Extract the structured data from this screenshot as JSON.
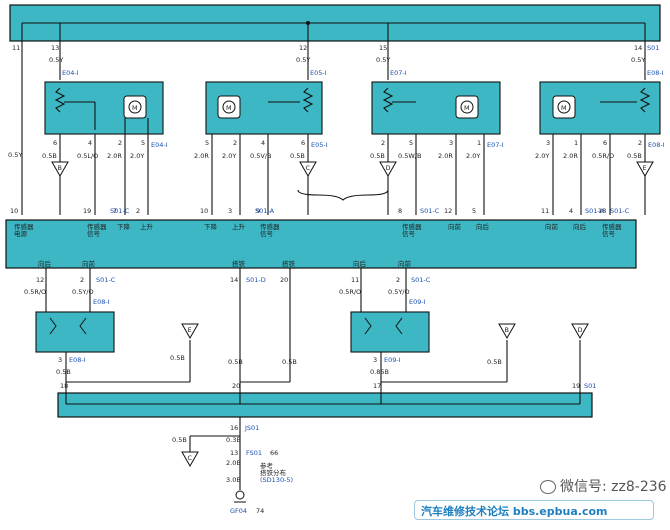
{
  "wires": {
    "w1": {
      "pin": "11",
      "color": "0.5Y"
    },
    "w2": {
      "pin": "13",
      "color": "0.5Y",
      "conn": "E04-I"
    },
    "w3": {
      "pin": "12",
      "color": "0.5Y",
      "conn": "E05-I"
    },
    "w4": {
      "pin": "15",
      "color": "0.5Y",
      "conn": "E07-I"
    },
    "w5": {
      "pin": "14",
      "color": "0.5Y",
      "conn": "E08-I",
      "ref": "S01"
    }
  },
  "actuators": [
    {
      "pins": [
        "6",
        "4",
        "2",
        "5"
      ],
      "colors": [
        "0.5B",
        "0.5L/O",
        "2.0R",
        "2.0Y"
      ],
      "conn": "E04-I",
      "ground": "B"
    },
    {
      "pins": [
        "5",
        "2",
        "4",
        "6"
      ],
      "colors": [
        "2.0R",
        "2.0Y",
        "0.5V/B",
        "0.5B"
      ],
      "conn": "E05-I",
      "ground": "C"
    },
    {
      "pins": [
        "2",
        "5",
        "3",
        "1"
      ],
      "colors": [
        "0.5B",
        "0.5W/B",
        "2.0R",
        "2.0Y"
      ],
      "conn": "E07-I",
      "ground": "D"
    },
    {
      "pins": [
        "3",
        "1",
        "6",
        "2"
      ],
      "colors": [
        "2.0Y",
        "2.0R",
        "0.5R/O",
        "0.5B"
      ],
      "conn": "E08-I",
      "ground": "E"
    }
  ],
  "controller": {
    "pins": [
      "10",
      "19",
      "7",
      "2",
      "10",
      "3",
      "9",
      "8",
      "12",
      "5",
      "11",
      "4",
      "18"
    ],
    "conns": [
      "S01-C",
      "S01-A",
      "S01-C",
      "S01-A",
      "S01-C"
    ],
    "labels": [
      "传感器\n电源",
      "传感器\n信号",
      "下降",
      "上升",
      "下降",
      "上升",
      "传感器\n信号",
      "传感器\n信号",
      "向前",
      "向后",
      "向前",
      "向后",
      "传感器\n信号"
    ]
  },
  "controller_bottom": {
    "left_labels": [
      "向后",
      "向前"
    ],
    "left_pins": [
      "12",
      "2"
    ],
    "left_conn": "S01-C",
    "mid_labels": [
      "搭铁",
      "搭铁"
    ],
    "mid_pins": [
      "14",
      "20"
    ],
    "mid_conn": "S01-D",
    "right_labels": [
      "向后",
      "向前"
    ],
    "right_pins": [
      "11",
      "2"
    ],
    "right_conn": "S01-C"
  },
  "switches": [
    {
      "colors": [
        "0.5R/O",
        "0.5Y/O"
      ],
      "conn_top": "E08-I",
      "pin_bottom": "3",
      "conn_bottom": "E08-I"
    },
    {
      "colors": [
        "0.5R/O",
        "0.5Y/O"
      ],
      "conn_top": "E09-I",
      "pin_bottom": "3",
      "conn_bottom": "E09-I"
    }
  ],
  "lower": {
    "ground_E": "E",
    "w_05b_1": "0.5B",
    "w_05b_2": "0.5B",
    "w_05b_3": "0.5B",
    "w_05b_4": "0.5B",
    "w_085b": "0.85B",
    "w_05b_5": "0.5B",
    "ground_B": "B",
    "ground_D": "D",
    "pin18": "18",
    "pin20": "20",
    "pin17": "17",
    "pin19": "19",
    "conn_s01": "S01"
  },
  "ground": {
    "pin16": "16",
    "conn_js01": "JS01",
    "w_03b": "0.3B",
    "w_05b": "0.5B",
    "ground_C": "C",
    "pin13": "13",
    "conn_fs01": "FS01",
    "ref_66": "66",
    "w_20b": "2.0B",
    "note1": "参考",
    "note2": "搭铁分布",
    "note3": "(SD130-5)",
    "w_30b": "3.0B",
    "gf": "GF04",
    "ref_74": "74"
  },
  "watermark": {
    "wechat": "微信号: zz8-236",
    "forum": "汽车维修技术论坛 bbs.epbua.com"
  }
}
